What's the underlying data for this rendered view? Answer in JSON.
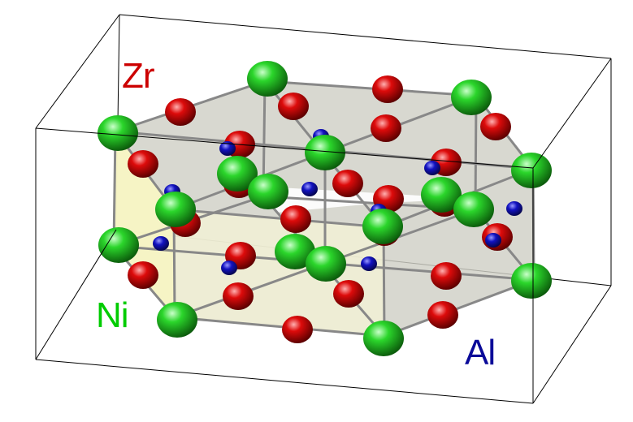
{
  "labels": {
    "zr": "Zr",
    "ni": "Ni",
    "al": "Al"
  },
  "colors": {
    "zr": "#cc0000",
    "ni": "#00cc00",
    "al": "#0a0a99",
    "cell_edge": "#000000",
    "face_gray": "#cfcfc6",
    "face_yellow": "#f8f6c4",
    "bond": "#888888"
  },
  "elements": [
    "Zr",
    "Ni",
    "Al"
  ]
}
